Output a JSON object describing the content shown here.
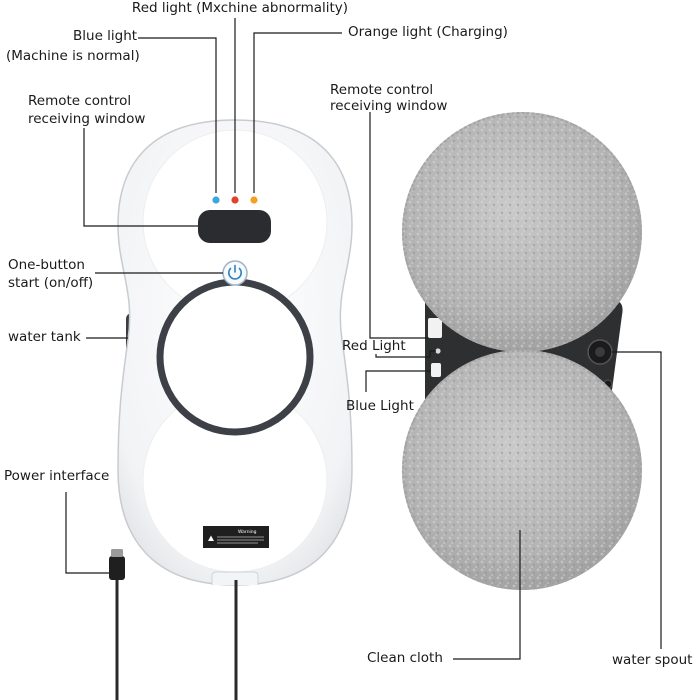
{
  "labels": {
    "red_light_abnormal": "Red light (Mxchine abnormality)",
    "blue_light_title": "Blue light",
    "blue_light_normal": "(Machine is normal)",
    "orange_light": "Orange light (Charging)",
    "remote_window_left_1": "Remote control",
    "remote_window_left_2": "receiving window",
    "remote_window_right_1": "Remote control",
    "remote_window_right_2": "receiving window",
    "one_button_1": "One-button",
    "one_button_2": "start (on/off)",
    "water_tank": "water tank",
    "power_interface": "Power interface",
    "red_light_bottom": "Red Light",
    "blue_light_bottom": "Blue Light",
    "clean_cloth": "Clean cloth",
    "water_spout": "water spout"
  },
  "warning_label": "Warning",
  "colors": {
    "blue_light": "#3aa8e0",
    "red_light": "#e2412b",
    "orange_light": "#f5a024",
    "body_white": "#ffffff",
    "ring_dark": "#3d4046",
    "pad_gray": "#b8b8b8",
    "frame_dark": "#2e2f31"
  }
}
